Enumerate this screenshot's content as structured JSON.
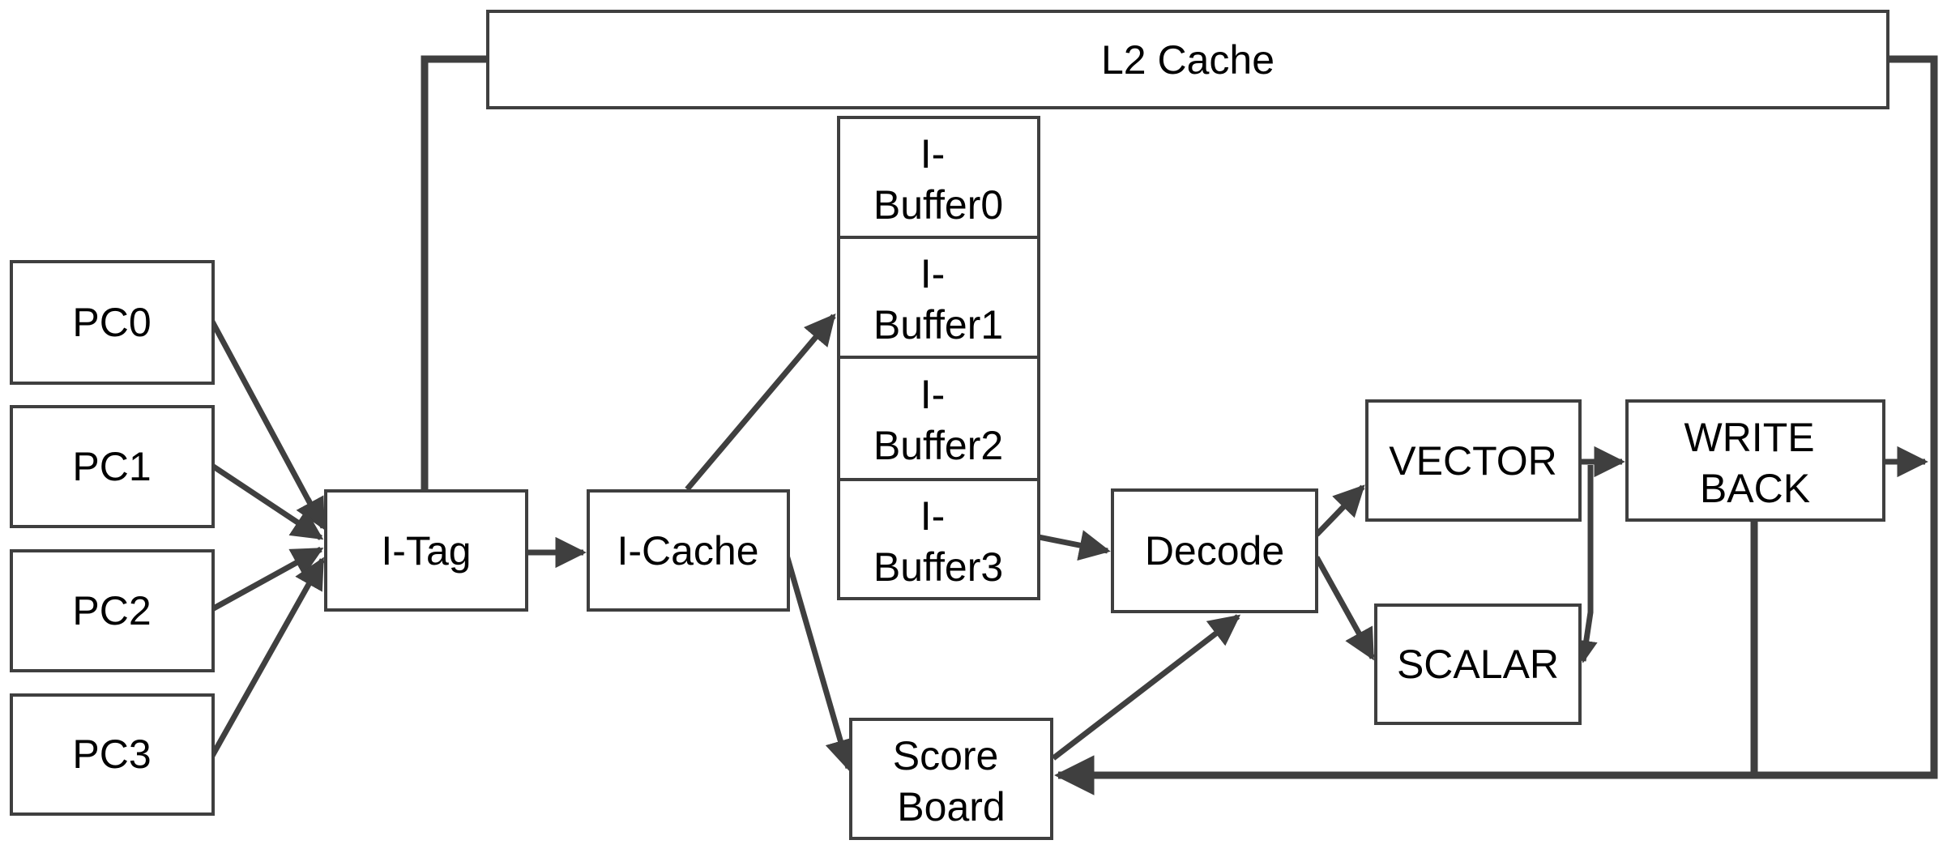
{
  "diagram": {
    "type": "block-diagram",
    "description": "Multithreaded processor pipeline block diagram",
    "colors": {
      "background": "#ffffff",
      "box_fill": "#ffffff",
      "line": "#3f3f3f",
      "text": "#000000"
    },
    "nodes": {
      "l2cache": {
        "label": "L2 Cache"
      },
      "pc0": {
        "label": "PC0"
      },
      "pc1": {
        "label": "PC1"
      },
      "pc2": {
        "label": "PC2"
      },
      "pc3": {
        "label": "PC3"
      },
      "itag": {
        "label": "I-Tag"
      },
      "icache": {
        "label": "I-Cache"
      },
      "ibuffer0": {
        "line1": "I-",
        "line2": "Buffer0"
      },
      "ibuffer1": {
        "line1": "I-",
        "line2": "Buffer1"
      },
      "ibuffer2": {
        "line1": "I-",
        "line2": "Buffer2"
      },
      "ibuffer3": {
        "line1": "I-",
        "line2": "Buffer3"
      },
      "decode": {
        "label": "Decode"
      },
      "vector": {
        "label": "VECTOR"
      },
      "scalar": {
        "label": "SCALAR"
      },
      "writeback": {
        "line1": "WRITE",
        "line2": "BACK"
      },
      "scoreboard": {
        "line1": "Score",
        "line2": "Board"
      }
    },
    "edges": [
      {
        "from": "PC0",
        "to": "I-Tag",
        "style": "arrow"
      },
      {
        "from": "PC1",
        "to": "I-Tag",
        "style": "arrow"
      },
      {
        "from": "PC2",
        "to": "I-Tag",
        "style": "arrow"
      },
      {
        "from": "PC3",
        "to": "I-Tag",
        "style": "arrow"
      },
      {
        "from": "I-Tag",
        "to": "L2 Cache",
        "style": "line"
      },
      {
        "from": "I-Tag",
        "to": "I-Cache",
        "style": "arrow"
      },
      {
        "from": "I-Cache",
        "to": "I-Buffer1",
        "style": "arrow"
      },
      {
        "from": "I-Cache",
        "to": "Score Board",
        "style": "arrow"
      },
      {
        "from": "I-Buffer3",
        "to": "Decode",
        "style": "arrow"
      },
      {
        "from": "Decode",
        "to": "VECTOR",
        "style": "arrow"
      },
      {
        "from": "Decode",
        "to": "SCALAR",
        "style": "arrow"
      },
      {
        "from": "Score Board",
        "to": "Decode",
        "style": "arrow"
      },
      {
        "from": "VECTOR",
        "to": "WRITE BACK",
        "style": "arrow"
      },
      {
        "from": "SCALAR",
        "to": "WRITE BACK",
        "style": "arrow-junction"
      },
      {
        "from": "WRITE BACK",
        "to": "L2 Cache",
        "style": "arrow-then-line"
      },
      {
        "from": "WRITE BACK",
        "to": "Score Board",
        "style": "line-arrow"
      }
    ]
  }
}
